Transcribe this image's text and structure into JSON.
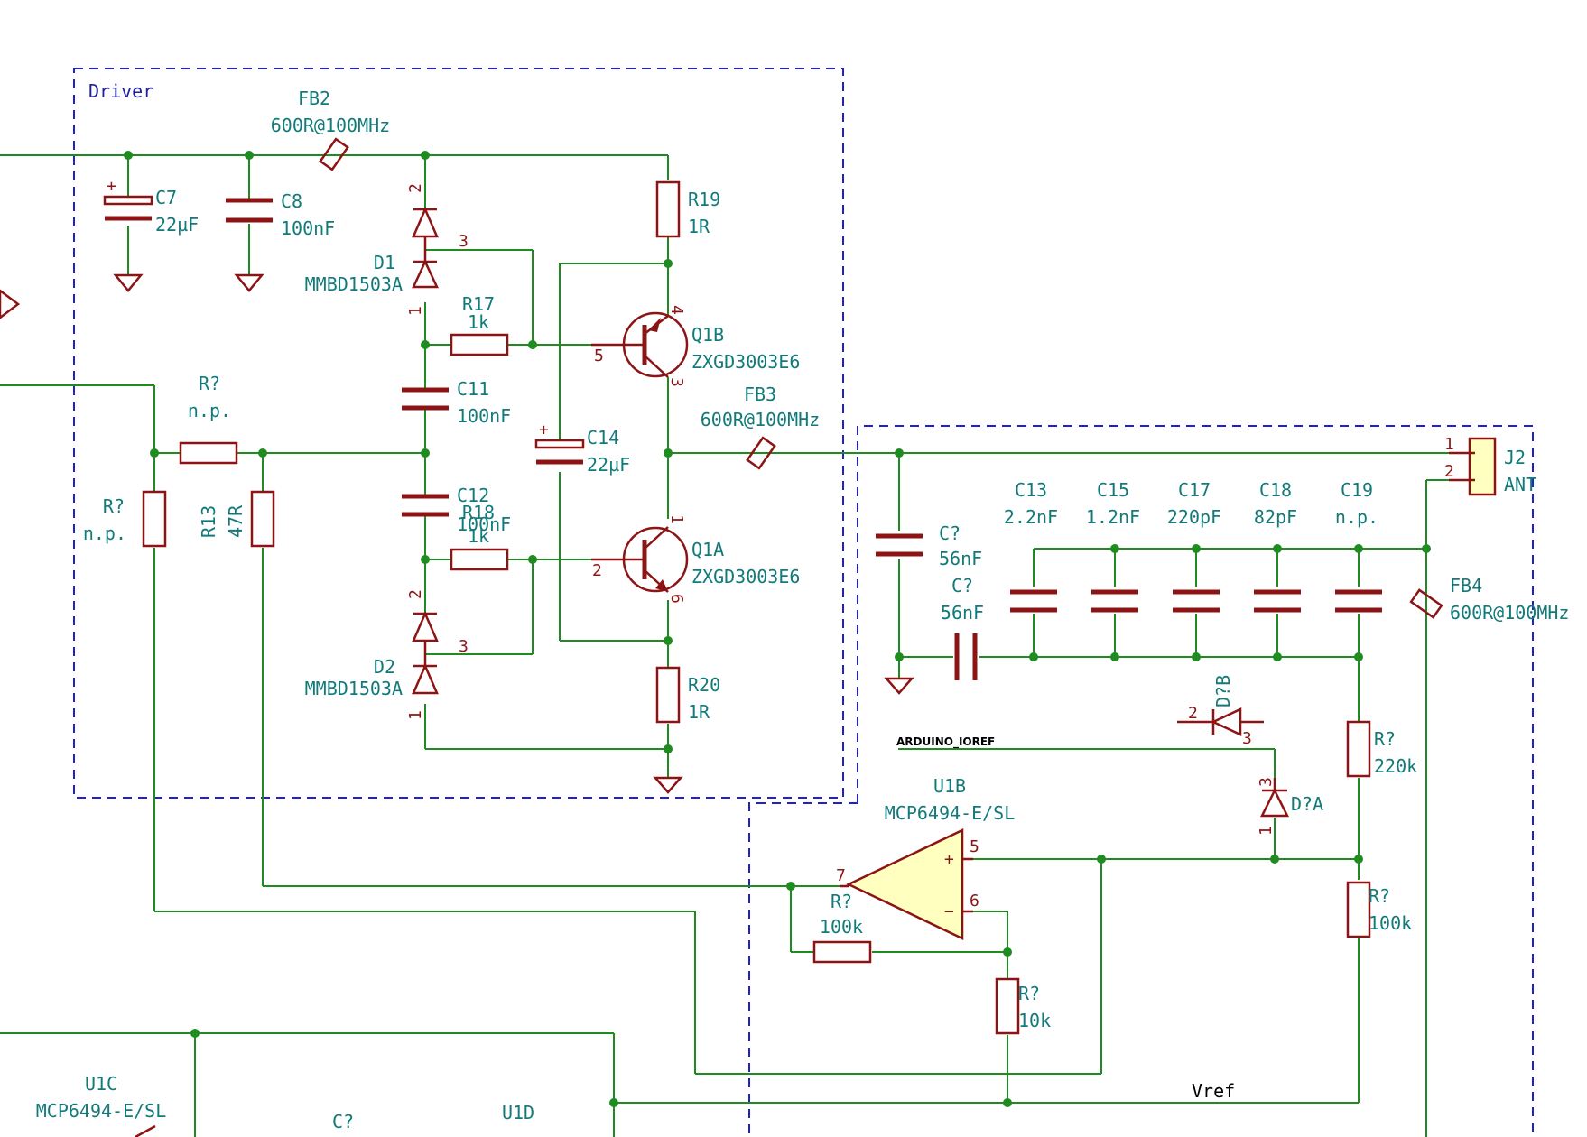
{
  "sheets": {
    "driver": "Driver"
  },
  "nets": {
    "vref": "Vref",
    "arduino_ioref": "ARDUINO_IOREF"
  },
  "components": {
    "fb2": {
      "ref": "FB2",
      "value": "600R@100MHz"
    },
    "fb3": {
      "ref": "FB3",
      "value": "600R@100MHz"
    },
    "fb4": {
      "ref": "FB4",
      "value": "600R@100MHz"
    },
    "c7": {
      "ref": "C7",
      "value": "22µF"
    },
    "c8": {
      "ref": "C8",
      "value": "100nF"
    },
    "c11": {
      "ref": "C11",
      "value": "100nF"
    },
    "c12": {
      "ref": "C12",
      "value": "100nF"
    },
    "c14": {
      "ref": "C14",
      "value": "22µF"
    },
    "c13": {
      "ref": "C13",
      "value": "2.2nF"
    },
    "c15": {
      "ref": "C15",
      "value": "1.2nF"
    },
    "c17": {
      "ref": "C17",
      "value": "220pF"
    },
    "c18": {
      "ref": "C18",
      "value": "82pF"
    },
    "c19": {
      "ref": "C19",
      "value": "n.p."
    },
    "c_a": {
      "ref": "C?",
      "value": "56nF"
    },
    "c_b": {
      "ref": "C?",
      "value": "56nF"
    },
    "c_c": {
      "ref": "C?",
      "value": ""
    },
    "r19": {
      "ref": "R19",
      "value": "1R"
    },
    "r20": {
      "ref": "R20",
      "value": "1R"
    },
    "r17": {
      "ref": "R17",
      "value": "1k"
    },
    "r18": {
      "ref": "R18",
      "value": "1k"
    },
    "r13": {
      "ref": "R13",
      "value": "47R"
    },
    "r_np1": {
      "ref": "R?",
      "value": "n.p."
    },
    "r_np2": {
      "ref": "R?",
      "value": "n.p."
    },
    "r_fb": {
      "ref": "R?",
      "value": "100k"
    },
    "r_10k": {
      "ref": "R?",
      "value": "10k"
    },
    "r_220k": {
      "ref": "R?",
      "value": "220k"
    },
    "r_100k": {
      "ref": "R?",
      "value": "100k"
    },
    "d1": {
      "ref": "D1",
      "value": "MMBD1503A"
    },
    "d2": {
      "ref": "D2",
      "value": "MMBD1503A"
    },
    "da": {
      "ref": "D?A"
    },
    "db": {
      "ref": "D?B"
    },
    "q1b": {
      "ref": "Q1B",
      "value": "ZXGD3003E6"
    },
    "q1a": {
      "ref": "Q1A",
      "value": "ZXGD3003E6"
    },
    "u1b": {
      "ref": "U1B",
      "value": "MCP6494-E/SL"
    },
    "u1c": {
      "ref": "U1C",
      "value": "MCP6494-E/SL"
    },
    "u1d": {
      "ref": "U1D"
    },
    "j2": {
      "ref": "J2",
      "value": "ANT"
    }
  },
  "pins": {
    "d1_top": "2",
    "d1_mid": "3",
    "d1_bot": "1",
    "d2_top": "2",
    "d2_mid": "3",
    "d2_bot": "1",
    "q1b_c": "4",
    "q1b_b": "5",
    "q1b_e": "3",
    "q1a_c": "1",
    "q1a_b": "2",
    "q1a_e": "6",
    "u1b_out": "7",
    "u1b_plus": "5",
    "u1b_minus": "6",
    "plus_sign": "+",
    "minus_sign": "−",
    "cap_plus": "+",
    "j2_1": "1",
    "j2_2": "2",
    "db_2": "2",
    "db_3": "3",
    "da_3": "3",
    "da_1": "1"
  },
  "colors": {
    "wire": "#1e8c1e",
    "component": "#8c1414",
    "label": "#127a7a",
    "sheet_border": "#2020d0",
    "opamp_fill": "#ffffc0"
  }
}
